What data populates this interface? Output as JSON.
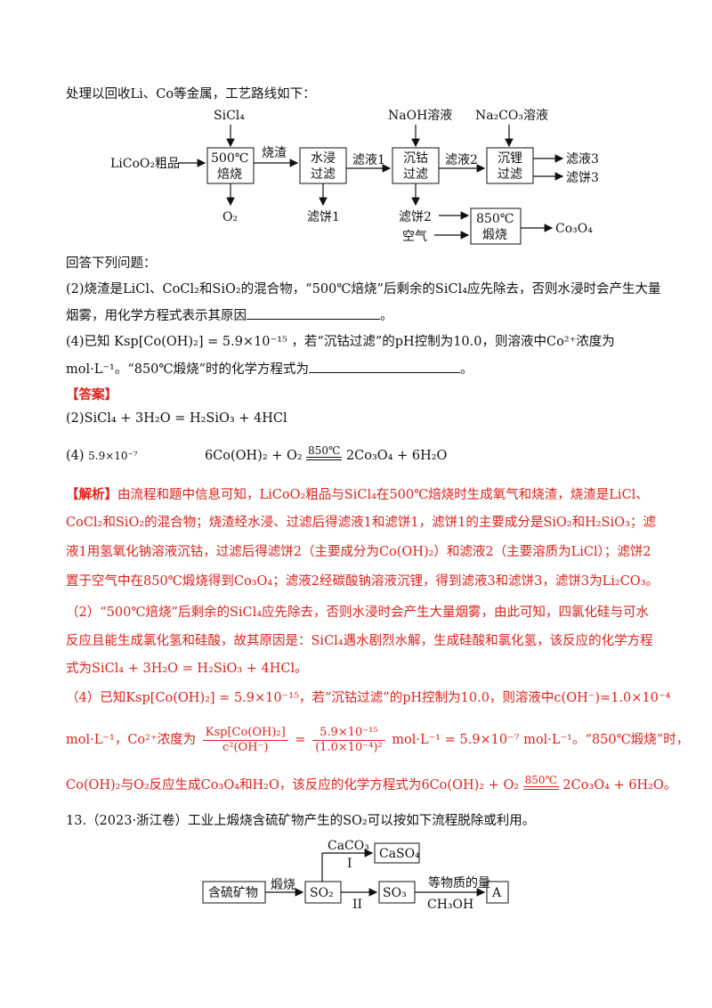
{
  "intro": "处理以回收Li、Co等金属，工艺路线如下：",
  "flow1": {
    "raw": "LiCoO₂粗品",
    "sicl4": "SiCl₄",
    "box1": [
      "500℃",
      "焙烧"
    ],
    "o2": "O₂",
    "slag": "烧渣",
    "box2": [
      "水浸",
      "过滤"
    ],
    "cake1": "滤饼1",
    "filtrate1": "滤液1",
    "naoh": "NaOH溶液",
    "box3": [
      "沉钴",
      "过滤"
    ],
    "cake2": "滤饼2",
    "air": "空气",
    "box5": [
      "850℃",
      "煅烧"
    ],
    "co3o4": "Co₃O₄",
    "filtrate2": "滤液2",
    "na2co3": "Na₂CO₃溶液",
    "box4": [
      "沉锂",
      "过滤"
    ],
    "filtrate3": "滤液3",
    "cake3": "滤饼3"
  },
  "ask": "回答下列问题：",
  "q2": {
    "line1": "(2)烧渣是LiCl、CoCl₂和SiO₂的混合物，“500℃焙烧”后剩余的SiCl₄应先除去，否则水浸时会产生大量",
    "line2": "烟雾，用化学方程式表示其原因",
    "end": "。"
  },
  "q4": {
    "prefix": "(4)已知",
    "ksp": "Ksp[Co(OH)₂] = 5.9×10⁻¹⁵",
    "mid": "，若“沉钴过滤”的pH控制为10.0，则溶液中Co²⁺浓度为",
    "line2a": "mol·L⁻¹。“850℃煅烧”时的化学方程式为",
    "end": "。"
  },
  "answer_label": "【答案】",
  "ans2": "(2)SiCl₄ + 3H₂O = H₂SiO₃ + 4HCl",
  "ans4": {
    "num": "(4)",
    "val": "5.9×10⁻⁷",
    "eq_left": "6Co(OH)₂ + O₂",
    "cond": "850℃",
    "eq_right": "2Co₃O₄ + 6H₂O"
  },
  "analysis": {
    "label": "【解析】",
    "p1": "由流程和题中信息可知，LiCoO₂粗品与SiCl₄在500℃焙烧时生成氧气和烧渣，烧渣是LiCl、",
    "p2": "CoCl₂和SiO₂的混合物；烧渣经水浸、过滤后得滤液1和滤饼1，滤饼1的主要成分是SiO₂和H₂SiO₃；滤",
    "p3": "液1用氢氧化钠溶液沉钴，过滤后得滤饼2（主要成分为Co(OH)₂）和滤液2（主要溶质为LiCl）；滤饼2",
    "p4": "置于空气中在850℃煅烧得到Co₃O₄；滤液2经碳酸钠溶液沉锂，得到滤液3和滤饼3，滤饼3为Li₂CO₃。",
    "p5": "（2）“500℃焙烧”后剩余的SiCl₄应先除去，否则水浸时会产生大量烟雾，由此可知，四氯化硅与可水",
    "p6": "反应且能生成氯化氢和硅酸，故其原因是：SiCl₄遇水剧烈水解，生成硅酸和氯化氢，该反应的化学方程",
    "p7": "式为SiCl₄ + 3H₂O = H₂SiO₃ + 4HCl。",
    "p8": "（4）已知Ksp[Co(OH)₂] = 5.9×10⁻¹⁵，若“沉钴过滤”的pH控制为10.0，则溶液中c(OH⁻)=1.0×10⁻⁴",
    "p9a": "mol·L⁻¹，Co²⁺浓度为",
    "p9_num": "Ksp[Co(OH)₂]",
    "p9_den": "c²(OH⁻)",
    "p9_eq": "=",
    "p9_num2": "5.9×10⁻¹⁵",
    "p9_den2": "(1.0×10⁻⁴)²",
    "p9b": "mol·L⁻¹ = 5.9×10⁻⁷ mol·L⁻¹。“850℃煅烧”时，",
    "p10a": "Co(OH)₂与O₂反应生成Co₃O₄和H₂O，该反应的化学方程式为6Co(OH)₂ + O₂",
    "p10cond": "850℃",
    "p10b": "2Co₃O₄ + 6H₂O。"
  },
  "q13": {
    "text": "13.（2023·浙江卷）工业上煅烧含硫矿物产生的SO₂可以按如下流程脱除或利用。",
    "mineral": "含硫矿物",
    "calcine": "煅烧",
    "so2": "SO₂",
    "caco3": "CaCO₃",
    "route1": "I",
    "caso4": "CaSO₄",
    "route2": "II",
    "so3": "SO₃",
    "equal": "等物质的量",
    "ch3oh": "CH₃OH",
    "a": "A"
  }
}
